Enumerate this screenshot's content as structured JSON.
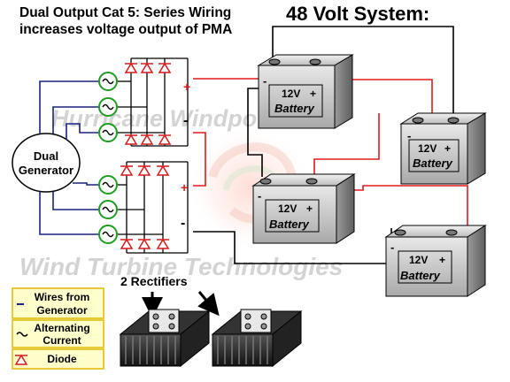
{
  "title": {
    "line1": "Dual Output Cat 5: Series Wiring",
    "line2": "increases voltage output of PMA"
  },
  "system_label": "48 Volt System:",
  "generator_label": {
    "line1": "Dual",
    "line2": "Generator"
  },
  "rectifiers_label": "2 Rectifiers",
  "battery": {
    "voltage": "12V",
    "name": "Battery",
    "plus": "+",
    "minus": "-"
  },
  "rectifier_terminals": {
    "plus": "+",
    "minus": "-"
  },
  "watermark": {
    "top": "Hurricane Windpower",
    "bottom": "Wind Turbine Technologies"
  },
  "legend": {
    "wires": {
      "line1": "Wires from",
      "line2": "Generator"
    },
    "ac": {
      "line1": "Alternating",
      "line2": "Current"
    },
    "diode": "Diode"
  },
  "colors": {
    "generator_wire": "#1a237e",
    "positive_wire": "#e11a1a",
    "negative_wire": "#111111",
    "ac_symbol": "#1f9c22",
    "diode": "#d41c1c",
    "legend_bg": "#ffffcc",
    "legend_border": "#e0b800"
  },
  "icons": [
    "ac-source-icon",
    "diode-icon",
    "battery-icon",
    "rectifier-icon",
    "arrow-icon"
  ]
}
